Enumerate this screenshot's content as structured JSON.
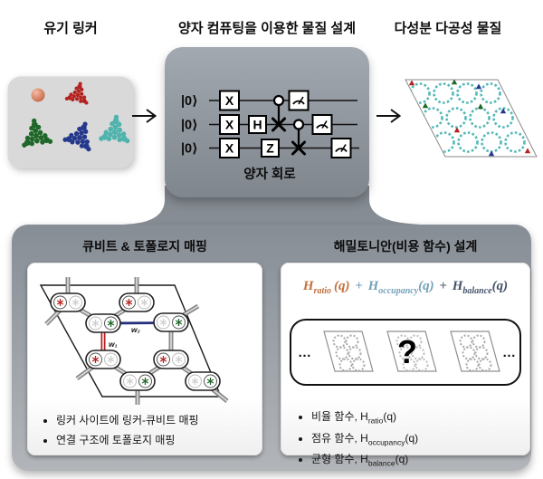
{
  "labels": {
    "organic_linker": "유기 링커",
    "quantum_design": "양자 컴퓨팅을 이용한 물질 설계",
    "porous_material": "다성분 다공성 물질"
  },
  "circuit": {
    "caption": "양자 회로",
    "ket": "|0⟩",
    "gate_x": "X",
    "gate_h": "H",
    "gate_z": "Z"
  },
  "mapping_panel": {
    "title": "큐비트 & 토폴로지 매핑",
    "weight1": "w₁",
    "weight2": "w₂",
    "bullets": [
      "링커 사이트에 링커-큐비트 매핑",
      "연결 구조에 토폴로지 매핑"
    ]
  },
  "hamiltonian_panel": {
    "title": "해밀토니안(비용 함수) 설계",
    "equation": {
      "h": "H",
      "sub_ratio": "ratio",
      "sub_occupancy": "occupancy",
      "sub_balance": "balance",
      "arg": "(q)",
      "plus": "+"
    },
    "ellipsis": "…",
    "question_mark": "?",
    "bullets": [
      {
        "prefix": "비율 함수, H",
        "sub": "ratio",
        "suffix": "(q)"
      },
      {
        "prefix": "점유 함수, H",
        "sub": "occupancy",
        "suffix": "(q)"
      },
      {
        "prefix": "균형 함수, H",
        "sub": "balance",
        "suffix": "(q)"
      }
    ]
  },
  "colors": {
    "eq_ratio": "#c2713c",
    "eq_occupancy": "#74a2b8",
    "eq_balance": "#44536a",
    "mol_red": "#b32421",
    "mol_green": "#20672a",
    "mol_blue": "#25398c",
    "mol_teal": "#4fb3ae",
    "bond_red": "#b22222",
    "bond_blue": "#252f7d",
    "pore_teal": "#55b8b8"
  }
}
